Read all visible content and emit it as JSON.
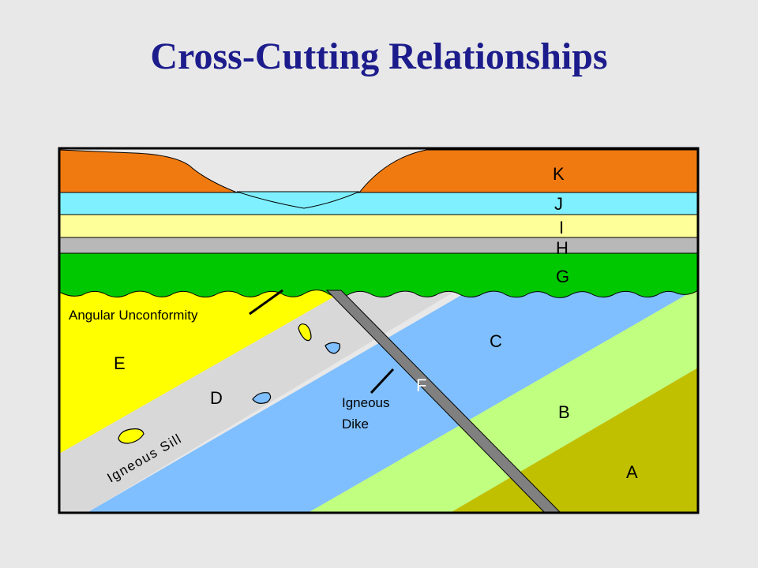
{
  "title": "Cross-Cutting Relationships",
  "layers": {
    "K": "K",
    "J": "J",
    "I": "I",
    "H": "H",
    "G": "G",
    "F": "F",
    "E": "E",
    "D": "D",
    "C": "C",
    "B": "B",
    "A": "A"
  },
  "annotations": {
    "angular_unconformity": "Angular Unconformity",
    "igneous_dike_line1": "Igneous",
    "igneous_dike_line2": "Dike",
    "igneous_sill": "Igneous Sill"
  },
  "colors": {
    "K": "#f07a10",
    "J": "#7ff0ff",
    "I": "#ffff99",
    "H": "#b8b8b8",
    "G": "#00c800",
    "E": "#ffff00",
    "D": "#d8d8d8",
    "C": "#7fbfff",
    "B": "#c0ff80",
    "A": "#c0c000",
    "dike": "#808080",
    "title": "#1c1c8c"
  }
}
